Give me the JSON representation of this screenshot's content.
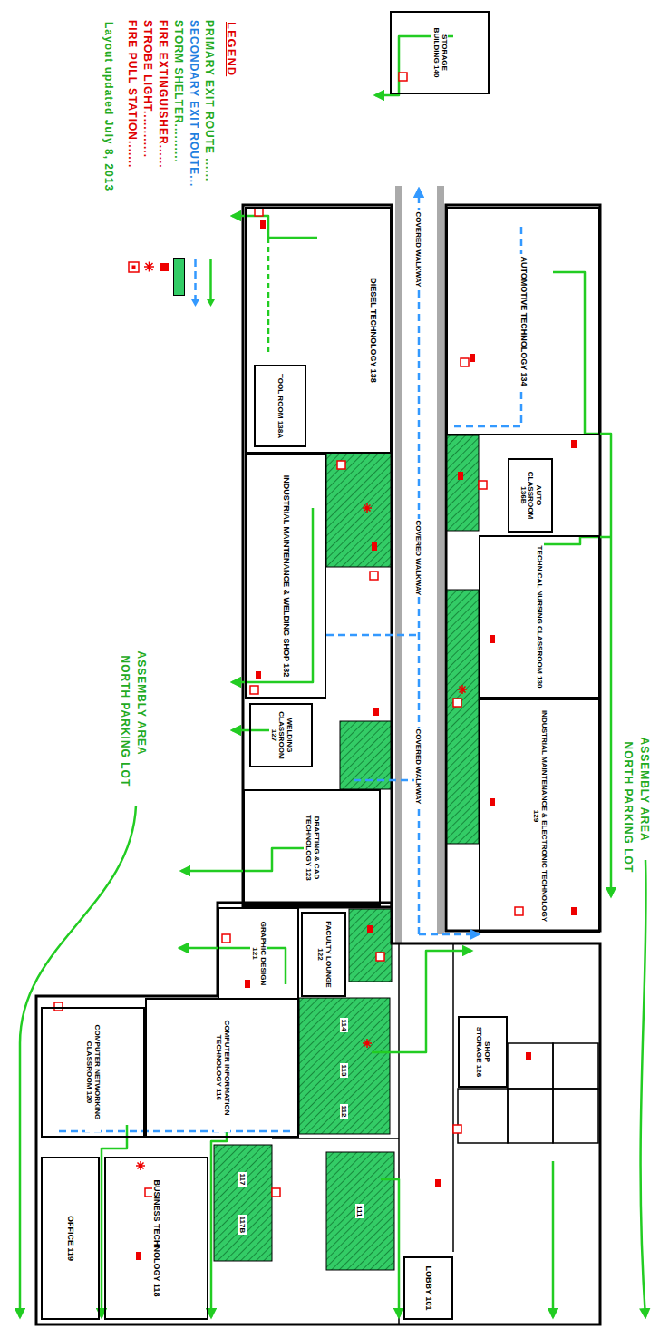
{
  "diagram": {
    "nodes": [
      {
        "text": [
          "STORAGE BUILDING 140"
        ]
      },
      {
        "text": [
          "DIESEL TECHNOLOGY 138"
        ]
      },
      {
        "text": [
          "TOOL ROOM 138A"
        ],
        "in": 1
      },
      {
        "text": [
          "AUTOMOTIVE TECHNOLOGY 134"
        ]
      },
      {
        "text": [
          "AUTO CLASSROOM 136B"
        ]
      },
      {
        "text": [
          "INDUSTRIAL MAINTENANCE & WELDING SHOP 132"
        ]
      },
      {
        "text": [
          "TECHNICAL NURSING CLASSROOM 130"
        ]
      },
      {
        "text": [
          "WELDING CLASSROOM 127"
        ]
      },
      {
        "text": [
          "INDUSTRIAL MAINTENANCE & ELECTRONIC TECHNOLOGY 129"
        ]
      },
      {
        "text": [
          "DRAFTING & CAD TECHNOLOGY 123"
        ]
      },
      {
        "text": [
          "GRAPHIC DESIGN 121"
        ]
      },
      {
        "text": [
          "FACULTY LOUNGE 122"
        ]
      },
      {
        "text": [
          "SHOP STORAGE 126"
        ]
      },
      {
        "text": [
          "COMPUTER NETWORKING CLASSROOM 120"
        ]
      },
      {
        "text": [
          "COMPUTER INFORMATION TECHNOLOGY 116"
        ]
      },
      {
        "text": [
          "BUSINESS TECHNOLOGY 118"
        ]
      },
      {
        "text": [
          "OFFICE 119"
        ]
      },
      {
        "text": [
          "LOBBY 101"
        ]
      }
    ],
    "labels": [
      "LEGEND",
      "Layout updated July 8, 2013",
      "ASSEMBLY AREA",
      "NORTH PARKING LOT",
      "ASSEMBLY AREA",
      "NORTH PARKING LOT",
      "COVERED WALKWAY",
      "COVERED WALKWAY",
      "COVERED WALKWAY",
      "117",
      "117B",
      "114",
      "113",
      "111",
      "112"
    ],
    "legend": [
      {
        "text": "PRIMARY EXIT ROUTE ......"
      },
      {
        "text": "SECONDARY EXIT ROUTE..."
      },
      {
        "text": "STORM SHELTER..........",
        "color": "#33cc66"
      },
      {
        "text": "FIRE EXTINGUISHER......"
      },
      {
        "text": "STROBE LIGHT............"
      },
      {
        "text": "FIRE PULL STATION......."
      }
    ]
  }
}
